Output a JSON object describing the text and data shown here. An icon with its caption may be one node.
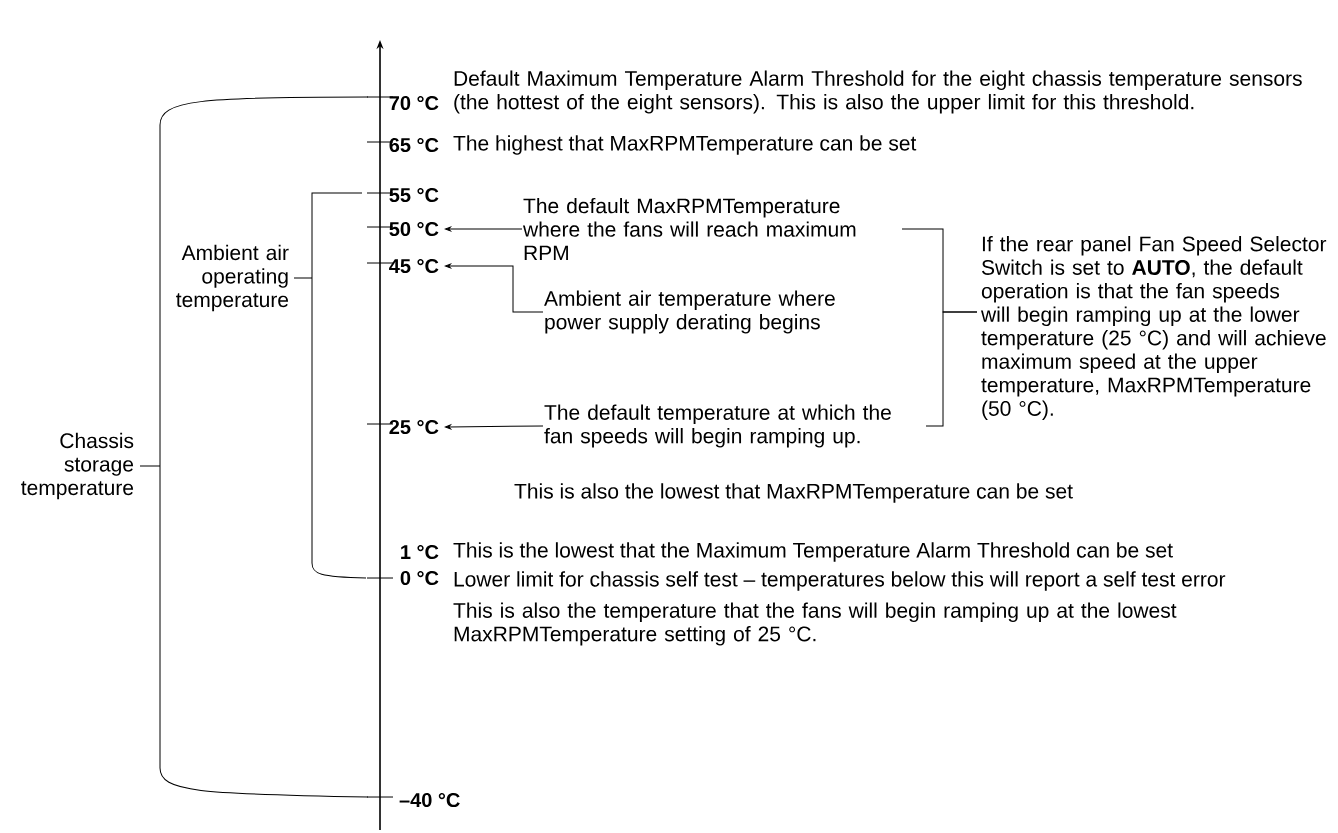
{
  "diagram": {
    "nodes": [
      {
        "text": [
          "50 °C"
        ]
      },
      {
        "text": [
          "45 °C"
        ]
      },
      {
        "text": [
          "25 °C"
        ]
      },
      {
        "text": [
          "The default MaxRPMTemperature where the fans will reach maximum RPM"
        ]
      },
      {
        "text": [
          "Ambient air temperature where power supply derating begins"
        ]
      },
      {
        "text": [
          "The default temperature at which the fan speeds will begin ramping up."
        ]
      },
      {
        "text": [
          "If the rear panel Fan Speed Selector Switch is set to **AUTO**, the default operation is that the fan speeds will begin ramping up at the lower temperature (25 °C) and will achieve maximum speed at the upper temperature, MaxRPMTemperature (50 °C)."
        ]
      }
    ],
    "edges": [
      {
        "from": 3,
        "to": 0,
        "arrow": "to"
      },
      {
        "from": 4,
        "to": 1,
        "arrow": "to"
      },
      {
        "from": 5,
        "to": 2,
        "arrow": "to"
      },
      {
        "from": 3,
        "to": 6,
        "arrow": "none"
      },
      {
        "from": 5,
        "to": 6,
        "arrow": "none"
      }
    ],
    "labels": [
      "70 °C",
      "Default Maximum Temperature Alarm Threshold for the eight chassis temperature sensors (the hottest of the eight sensors). This is also the upper limit for this threshold.",
      "65 °C",
      "The highest that MaxRPMTemperature can be set",
      "55 °C",
      "Ambient air operating temperature",
      "Chassis storage temperature",
      "This is also the lowest that MaxRPMTemperature can be set",
      "1 °C",
      "This is the lowest that the Maximum Temperature Alarm Threshold can be set",
      "0 °C",
      "Lower limit for chassis self test – temperatures below this will report a self test error",
      "This is also the temperature that the fans will begin ramping up at the lowest MaxRPMTemperature setting of 25 °C.",
      "–40 °C"
    ]
  }
}
